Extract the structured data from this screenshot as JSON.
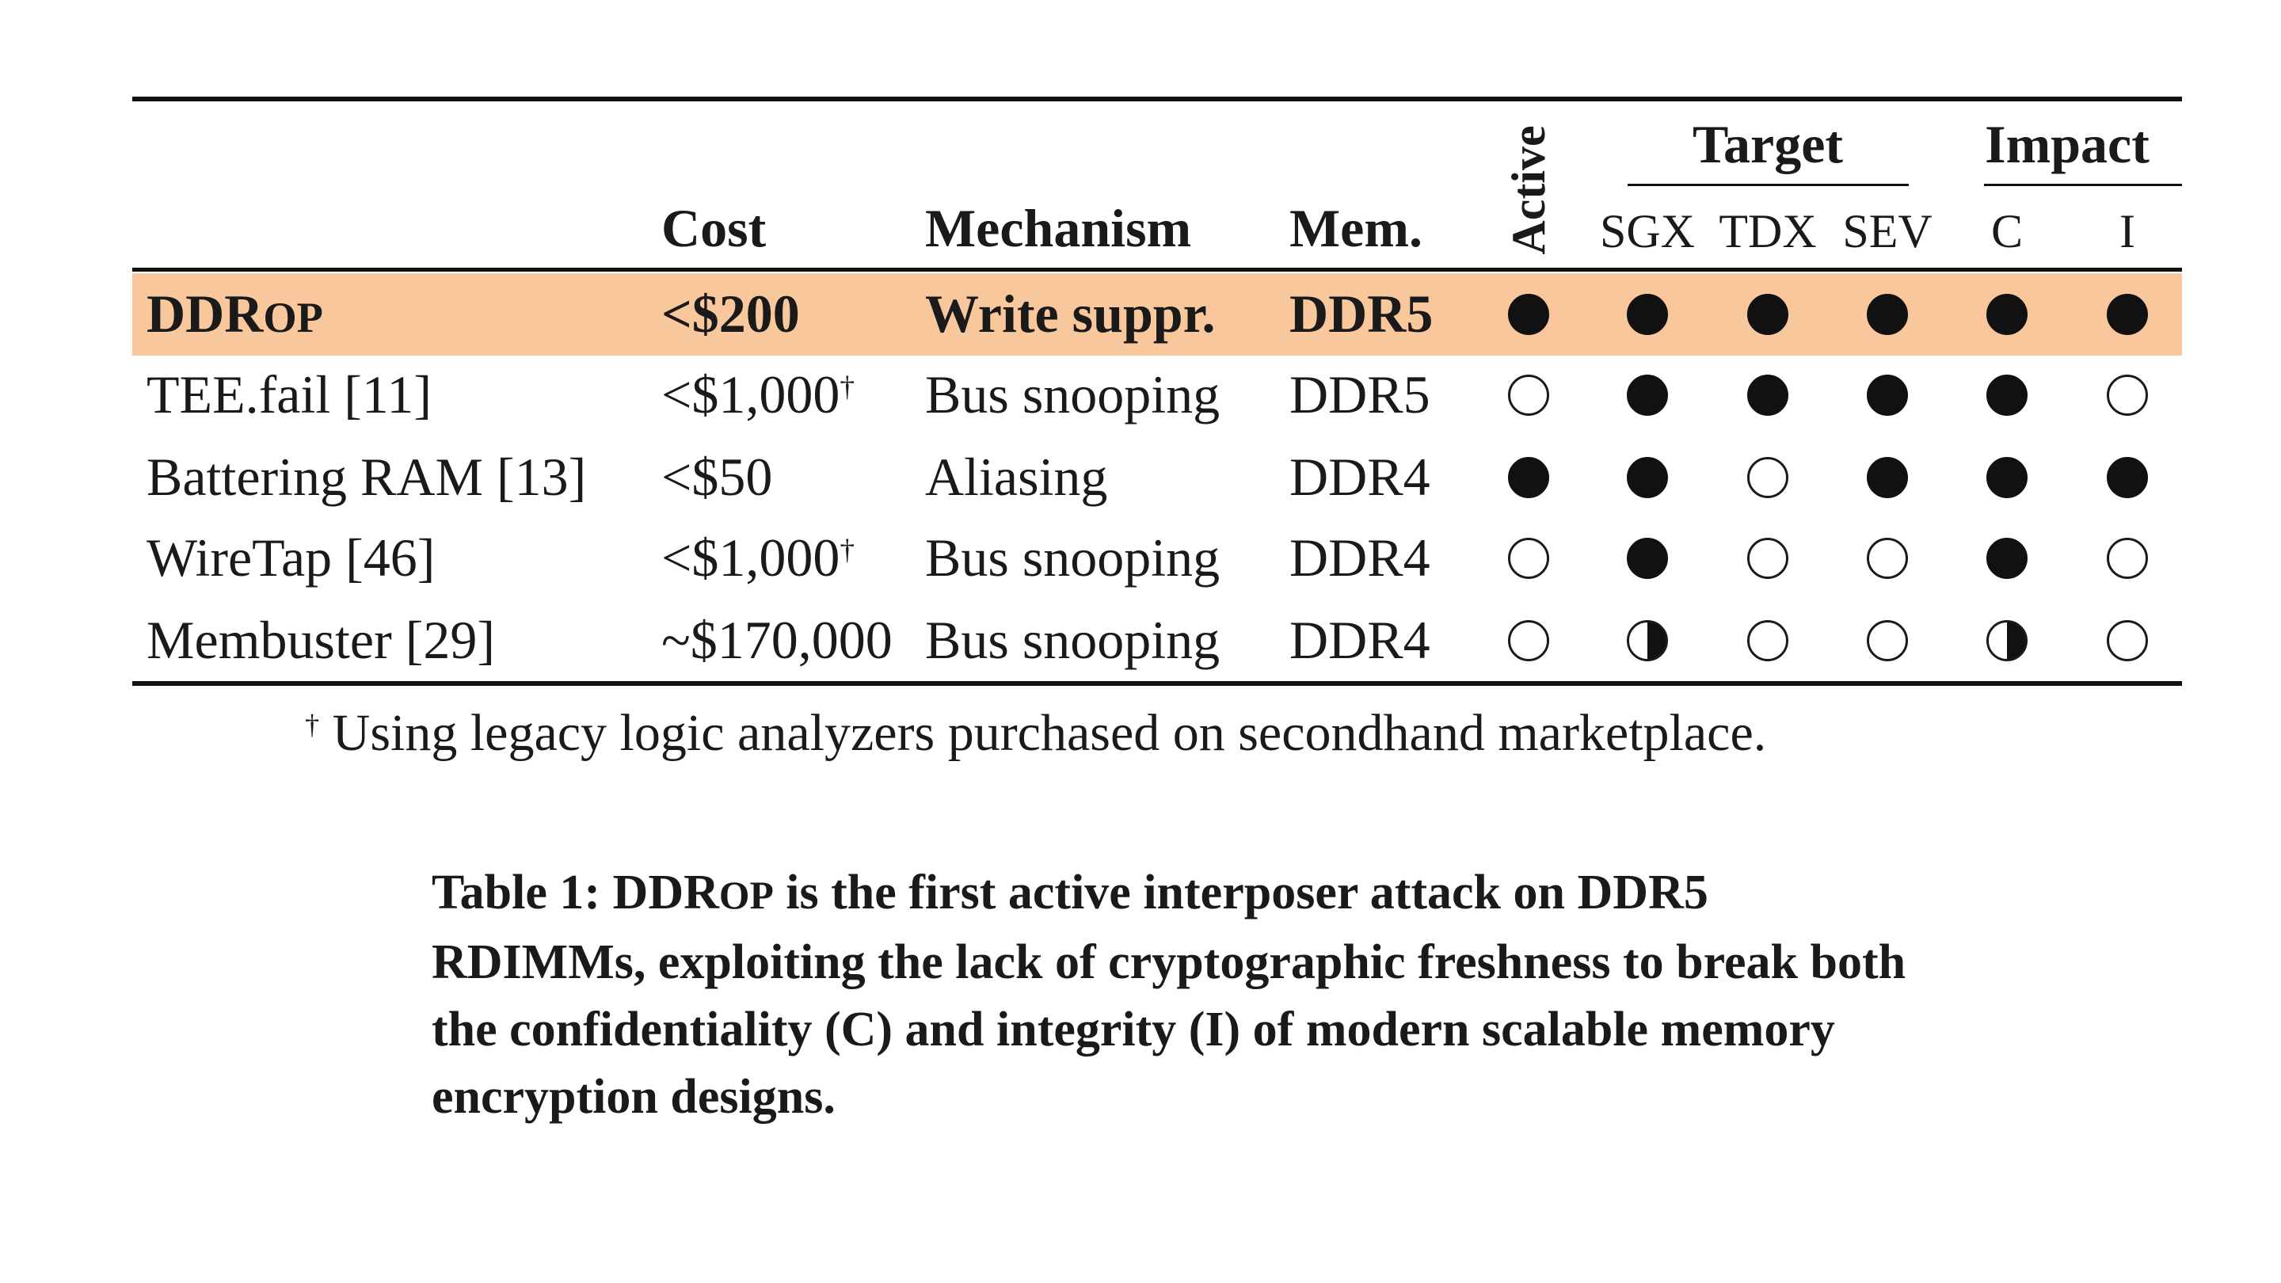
{
  "headers": {
    "cost": "Cost",
    "mechanism": "Mechanism",
    "mem": "Mem.",
    "active": "Active",
    "target": "Target",
    "impact": "Impact",
    "sgx": "SGX",
    "tdx": "TDX",
    "sev": "SEV",
    "c": "C",
    "i": "I"
  },
  "rows": [
    {
      "name_main": "DDR",
      "name_sc": "OP",
      "cite": "",
      "cost": "<$200",
      "dagger": "",
      "mechanism": "Write suppr.",
      "mem": "DDR5",
      "active": "full",
      "sgx": "full",
      "tdx": "full",
      "sev": "full",
      "c": "full",
      "i": "full",
      "highlight": true
    },
    {
      "name_main": "TEE.fail",
      "name_sc": "",
      "cite": "[11]",
      "cost": "<$1,000",
      "dagger": "†",
      "mechanism": "Bus snooping",
      "mem": "DDR5",
      "active": "empty",
      "sgx": "full",
      "tdx": "full",
      "sev": "full",
      "c": "full",
      "i": "empty"
    },
    {
      "name_main": "Battering RAM",
      "name_sc": "",
      "cite": "[13]",
      "cost": "<$50",
      "dagger": "",
      "mechanism": "Aliasing",
      "mem": "DDR4",
      "active": "full",
      "sgx": "full",
      "tdx": "empty",
      "sev": "full",
      "c": "full",
      "i": "full"
    },
    {
      "name_main": "WireTap",
      "name_sc": "",
      "cite": "[46]",
      "cost": "<$1,000",
      "dagger": "†",
      "mechanism": "Bus snooping",
      "mem": "DDR4",
      "active": "empty",
      "sgx": "full",
      "tdx": "empty",
      "sev": "empty",
      "c": "full",
      "i": "empty"
    },
    {
      "name_main": "Membuster",
      "name_sc": "",
      "cite": "[29]",
      "cost": "~$170,000",
      "dagger": "",
      "mechanism": "Bus snooping",
      "mem": "DDR4",
      "active": "empty",
      "sgx": "half",
      "tdx": "empty",
      "sev": "empty",
      "c": "half",
      "i": "empty"
    }
  ],
  "footnote": {
    "mark": "†",
    "text": "Using legacy logic analyzers purchased on secondhand marketplace."
  },
  "caption": {
    "label": "Table 1:",
    "name_main": "DDR",
    "name_sc": "OP",
    "text": "is the first active interposer attack on DDR5 RDIMMs, exploiting the lack of cryptographic freshness to break both the confidentiality (C) and integrity (I) of modern scalable memory encryption designs."
  },
  "colors": {
    "highlight_row": "#f8c79c",
    "filled_marker": "#111111"
  }
}
